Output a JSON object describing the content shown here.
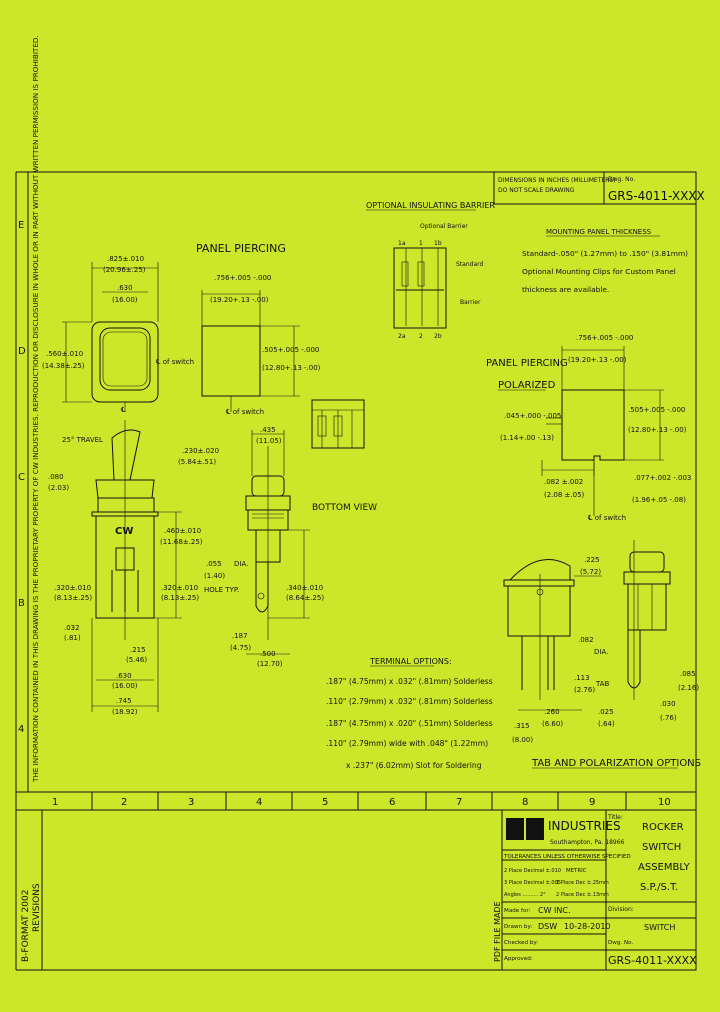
{
  "sheet": {
    "background": "#cbe72a",
    "ink": "#111111",
    "row_letters": [
      "E",
      "D",
      "C",
      "B",
      "4"
    ],
    "column_numbers": [
      "1",
      "2",
      "3",
      "4",
      "5",
      "6",
      "7",
      "8",
      "9",
      "10"
    ],
    "left_notice": "THE INFORMATION CONTAINED IN THIS DRAWING IS THE PROPRIETARY PROPERTY OF CW INDUSTRIES. REPRODUCTION OR DISCLOSURE IN WHOLE OR IN PART WITHOUT WRITTEN PERMISSION IS PROHIBITED.",
    "format": "B-FORMAT 2002",
    "revisions": "REVISIONS",
    "pdf_made": "PDF FILE MADE"
  },
  "header": {
    "dims_note": "DIMENSIONS IN INCHES (MILLIMETERS)",
    "no_scale": "DO NOT SCALE DRAWING",
    "dwg_no_label": "Dwg. No.",
    "dwg_no": "GRS-4011-XXXX"
  },
  "barrier": {
    "title": "OPTIONAL INSULATING BARRIER",
    "optional_barrier": "Optional Barrier",
    "standard": "Standard",
    "barrier": "Barrier",
    "pins_top": [
      "1a",
      "1",
      "1b"
    ],
    "pins_bottom": [
      "2a",
      "2",
      "2b"
    ]
  },
  "mounting": {
    "title": "MOUNTING PANEL THICKNESS",
    "line1": "Standard-.050\" (1.27mm) to .150\" (3.81mm)",
    "line2": "Optional Mounting Clips for Custom Panel",
    "line3": "thickness are available."
  },
  "panel_piercing": {
    "title": "PANEL PIERCING",
    "width_dim": ".756+.005 -.000",
    "width_mm": "(19.20+.13 -.00)",
    "height_dim": ".505+.005 -.000",
    "height_mm": "(12.80+.13 -.00)",
    "center_label": "℄ of switch"
  },
  "polarized": {
    "title1": "PANEL PIERCING",
    "title2": "POLARIZED",
    "top_dim": ".756+.005 -.000",
    "top_mm": "(19.20+.13 -.00)",
    "right_dim": ".505+.005 -.000",
    "right_mm": "(12.80+.13 -.00)",
    "left_dim": ".045+.000 -.005",
    "left_mm": "(1.14+.00 -.13)",
    "bot_dim": ".082 ±.002",
    "bot_mm": "(2.08 ±.05)",
    "bot2_dim": ".077+.002 -.003",
    "bot2_mm": "(1.96+.05 -.08)",
    "center_label": "℄ of switch"
  },
  "front_view": {
    "dim_top": ".825±.010",
    "dim_top_mm": "(20.96±.25)",
    "dim_630": ".630",
    "dim_630_mm": "(16.00)",
    "dim_left": ".560±.010",
    "dim_left_mm": "(14.38±.25)",
    "center_label": "℄ of switch",
    "travel": "25° TRAVEL",
    "dim_080": ".080",
    "dim_080_mm": "(2.03)",
    "dim_230": ".230±.020",
    "dim_230_mm": "(5.84±.51)",
    "dim_460": ".460±.010",
    "dim_460_mm": "(11.68±.25)",
    "dim_320l": ".320±.010",
    "dim_320l_mm": "(8.13±.25)",
    "dim_320r": ".320±.010",
    "dim_320r_mm": "(8.13±.25)",
    "dim_032": ".032",
    "dim_032_mm": "(.81)",
    "dim_215": ".215",
    "dim_215_mm": "(5.46)",
    "dim_630b": ".630",
    "dim_630b_mm": "(16.00)",
    "dim_745": ".745",
    "dim_745_mm": "(18.92)",
    "logo": "CW"
  },
  "side_view": {
    "dim_435": ".435",
    "dim_435_mm": "(11.05)",
    "dim_055": ".055",
    "dim_055_mm": "(1.40)",
    "dia": "DIA.",
    "hole": "HOLE TYP.",
    "dim_340": ".340±.010",
    "dim_340_mm": "(8.64±.25)",
    "dim_187": ".187",
    "dim_187_mm": "(4.75)",
    "dim_500": ".500",
    "dim_500_mm": "(12.70)",
    "bottom_view": "BOTTOM VIEW"
  },
  "terminal": {
    "title": "TERMINAL OPTIONS:",
    "opts": [
      ".187\" (4.75mm) x .032\" (.81mm) Solderless",
      ".110\" (2.79mm) x .032\" (.81mm) Solderless",
      ".187\" (4.75mm) x .020\" (.51mm) Solderless",
      ".110\" (2.79mm) wide with .048\" (1.22mm)",
      "x .237\" (6.02mm) Slot for Soldering"
    ]
  },
  "tab_opts": {
    "title": "TAB AND POLARIZATION OPTIONS",
    "dim_225": ".225",
    "dim_225_mm": "(5.72)",
    "dim_082": ".082",
    "dia": "DIA.",
    "dim_113": ".113",
    "dim_113_mm": "(2.76)",
    "tab": "TAB",
    "dim_315": ".315",
    "dim_315_mm": "(8.00)",
    "dim_260": ".260",
    "dim_260_mm": "(6.60)",
    "dim_025": ".025",
    "dim_025_mm": "(.64)",
    "dim_030": ".030",
    "dim_030_mm": "(.76)",
    "dim_085": ".085",
    "dim_085_mm": "(2.16)"
  },
  "title_block": {
    "company": "INDUSTRIES",
    "address": "Southampton, Pa. 18966",
    "title_label": "Title:",
    "title_lines": [
      "ROCKER",
      "SWITCH",
      "ASSEMBLY",
      "S.P./S.T."
    ],
    "tolerances": "TOLERANCES UNLESS OTHERWISE SPECIFIED",
    "tol1": "2 Place Decimal ±.010",
    "tol2": "3 Place Decimal ±.005",
    "tol3": "Angles .......... 2°",
    "metric": "METRIC",
    "metric1": "1 Place Dec ±.25mm",
    "metric2": "2 Place Dec ±.13mm",
    "division_label": "Division:",
    "division": "SWITCH",
    "made_for_label": "Made for:",
    "made_for": "CW INC.",
    "drawn_by_label": "Drawn by:",
    "drawn_by": "DSW",
    "drawn_date": "10-28-2010",
    "checked_label": "Checked by:",
    "approved_label": "Approved:",
    "dwg_no_label": "Dwg. No.",
    "dwg_no": "GRS-4011-XXXX"
  }
}
